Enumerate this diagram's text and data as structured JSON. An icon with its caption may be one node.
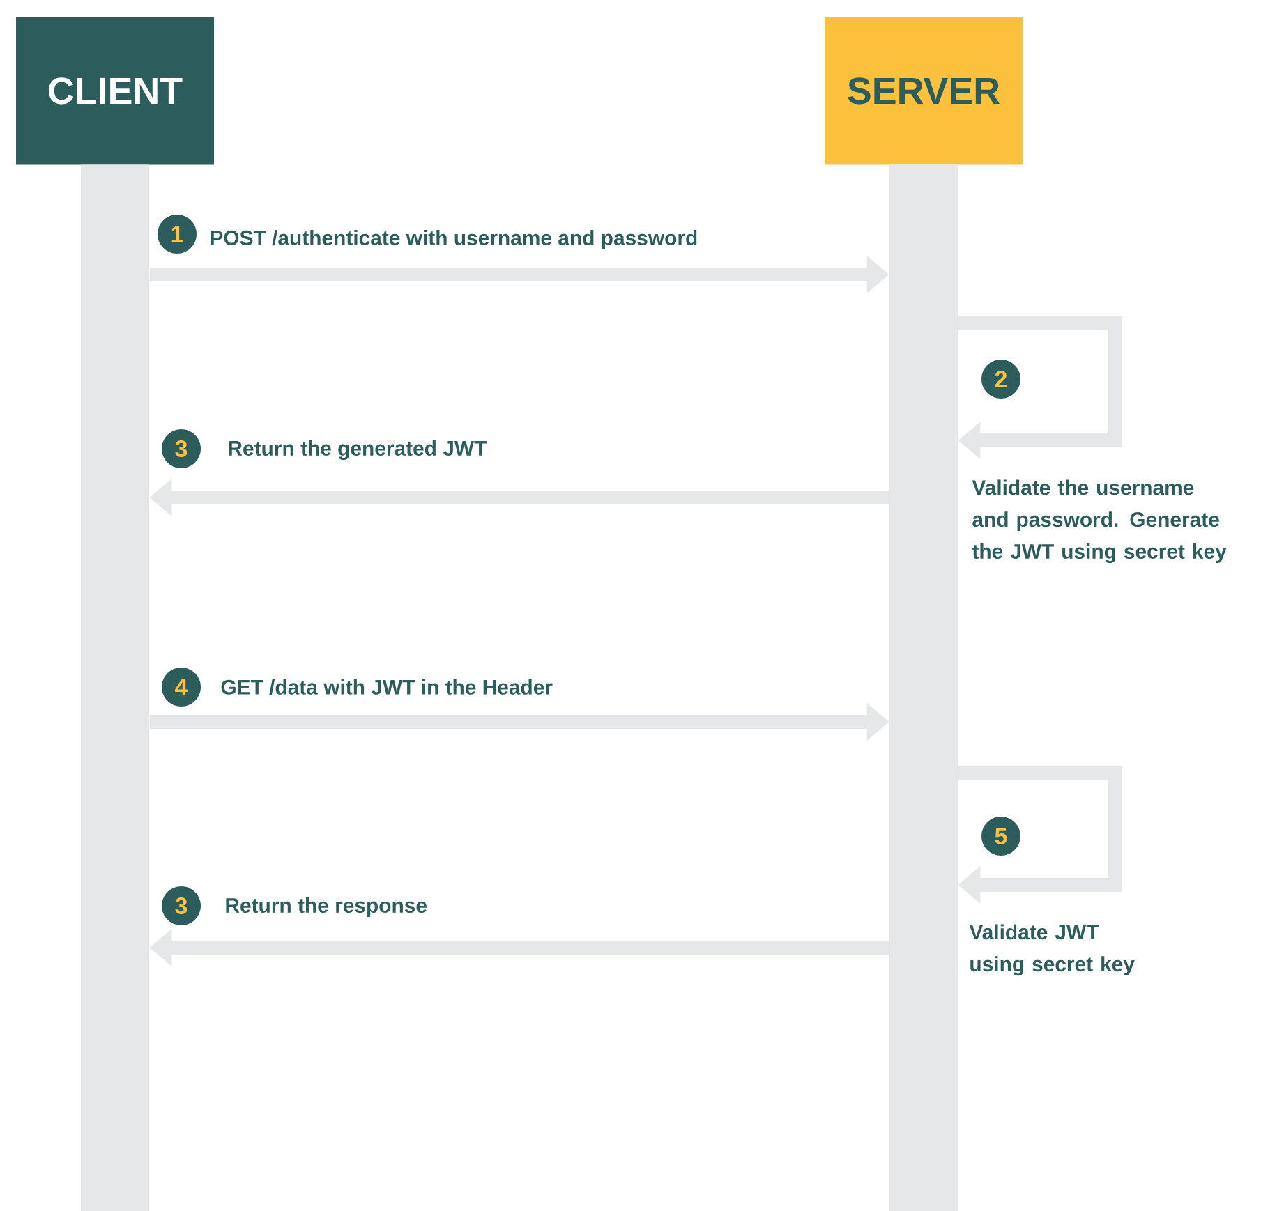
{
  "diagram": {
    "nodes": [
      {
        "text": [
          "CLIENT"
        ]
      },
      {
        "text": [
          "SERVER"
        ]
      },
      {
        "text": [],
        "shape": "bar"
      },
      {
        "text": [],
        "shape": "bar"
      }
    ],
    "edges": [
      {
        "from": 2,
        "to": 3,
        "arrow": "to",
        "label": "POST /authenticate with username and password"
      },
      {
        "from": 3,
        "to": 3,
        "arrow": "to",
        "label": "Validate the username and password. Generate the JWT using secret key"
      },
      {
        "from": 3,
        "to": 2,
        "arrow": "to",
        "label": "Return the generated JWT"
      },
      {
        "from": 2,
        "to": 3,
        "arrow": "to",
        "label": "GET /data with JWT in the Header"
      },
      {
        "from": 3,
        "to": 3,
        "arrow": "to",
        "label": "Validate JWT using secret key"
      },
      {
        "from": 3,
        "to": 2,
        "arrow": "to",
        "label": "Return the response"
      }
    ],
    "labels": [
      "1",
      "2",
      "3",
      "4",
      "5",
      "3"
    ]
  }
}
